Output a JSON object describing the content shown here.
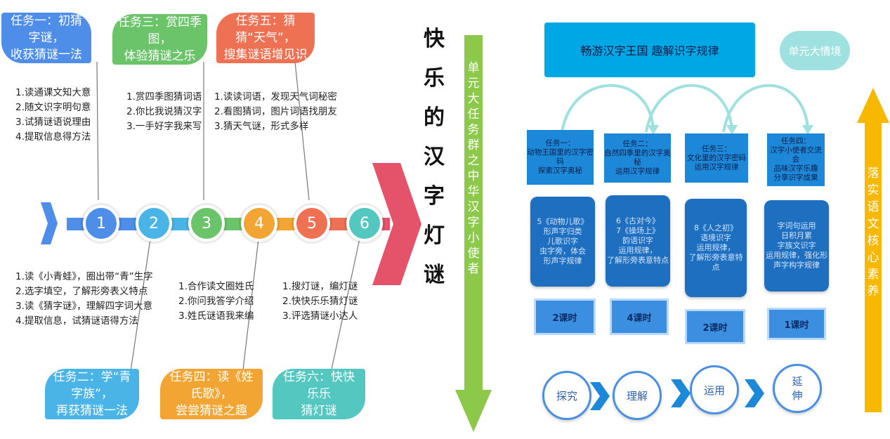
{
  "colors": {
    "task1": "#4f8ee8",
    "task2": "#4ab4e6",
    "task3": "#6bc36a",
    "task4": "#f2a533",
    "task5": "#ee7154",
    "task6": "#54c7c1",
    "main_arrow": "#e4536a",
    "green_arrow": "#8cc94b",
    "orange_arrow": "#f8b800",
    "header": "#00a7e5",
    "right_blue": "#1e88d8"
  },
  "tasks": {
    "t1": {
      "line1": "任务一：初猜字谜，",
      "line2": "收获猜谜一法"
    },
    "t2": {
      "line1": "任务二：学“青字族”，",
      "line2": "再获猜谜一法"
    },
    "t3": {
      "line1": "任务三：赏四季图，",
      "line2": "体验猜谜之乐"
    },
    "t4": {
      "line1": "任务四：读《姓氏歌》，",
      "line2": "尝尝猜谜之趣"
    },
    "t5": {
      "line1": "任务五：猜猜“天气”，",
      "line2": "搜集谜语增见识"
    },
    "t6": {
      "line1": "任务六：快快乐乐",
      "line2": "猜灯谜"
    }
  },
  "lists": {
    "l1": [
      "1.读通课文知大意",
      "2.随文识字明句意",
      "3.试猜谜语说理由",
      "4.提取信息得方法"
    ],
    "l2": [
      "1.读《小青蛙》，圈出带“青”生字",
      "2.选字填空，了解形旁表义特点",
      "3.读《猜字谜》，理解四字词大意",
      "4.提取信息，试猜谜语得方法"
    ],
    "l3": [
      "1.赏四季图猜词语",
      "2.你比我说猜汉字",
      "3.一手好字我来写"
    ],
    "l4": [
      "1.合作读文圈姓氏",
      "2.你问我答学介绍",
      "3.姓氏谜语我来编"
    ],
    "l5": [
      "1.读读词语，发现天气词秘密",
      "2.看图猜词，图片词语找朋友",
      "3.猜天气谜，形式多样"
    ],
    "l6": [
      "1.搜灯谜，编灯谜",
      "2.快快乐乐猜灯谜",
      "3.评选猜谜小达人"
    ]
  },
  "steps": [
    "1",
    "2",
    "3",
    "4",
    "5",
    "6"
  ],
  "vertical_title": [
    "快",
    "乐",
    "的",
    "汉",
    "字",
    "灯",
    "谜"
  ],
  "green_arrow_text": [
    "单",
    "元",
    "大",
    "任",
    "务",
    "群",
    "之",
    "中",
    "华",
    "汉",
    "字",
    "小",
    "使",
    "者"
  ],
  "header_title": "畅游汉字王国  趣解识字规律",
  "unit_situation": "单元大情境",
  "right_tasks": [
    {
      "lines": [
        "任务一：",
        "动物王国里的汉字密",
        "码",
        "探索汉字奥秘"
      ]
    },
    {
      "lines": [
        "任务二：",
        "自然四季里的汉字奥秘",
        "运用汉字规律"
      ]
    },
    {
      "lines": [
        "任务三：",
        "文化里的汉字密码",
        "运用汉字规律"
      ]
    },
    {
      "lines": [
        "任务四：",
        "汉字小使者交流会",
        "品味汉字乐趣",
        "分享识字成果"
      ]
    }
  ],
  "lessons": [
    {
      "lines": [
        "5《动物儿歌》",
        "形声字归类",
        "儿歌识字",
        "虫字旁，体会",
        "形声字规律"
      ]
    },
    {
      "lines": [
        "6《古对今》",
        "7《操场上》",
        "韵语识字",
        "运用规律，",
        "了解形旁表意特点"
      ]
    },
    {
      "lines": [
        "8《人之初》",
        "语境识字",
        "运用规律，",
        "了解形旁表意特",
        "点"
      ]
    },
    {
      "lines": [
        "字词句运用",
        "日积月累",
        "字族文识字",
        "运用规律，强化形",
        "声字构字规律"
      ]
    }
  ],
  "hours": [
    "2课时",
    "4课时",
    "2课时",
    "1课时"
  ],
  "stages": [
    "探究",
    "理解",
    "运用",
    "延伸"
  ],
  "right_arrow_text": [
    "落",
    "实",
    "语",
    "文",
    "核",
    "心",
    "素",
    "养"
  ]
}
